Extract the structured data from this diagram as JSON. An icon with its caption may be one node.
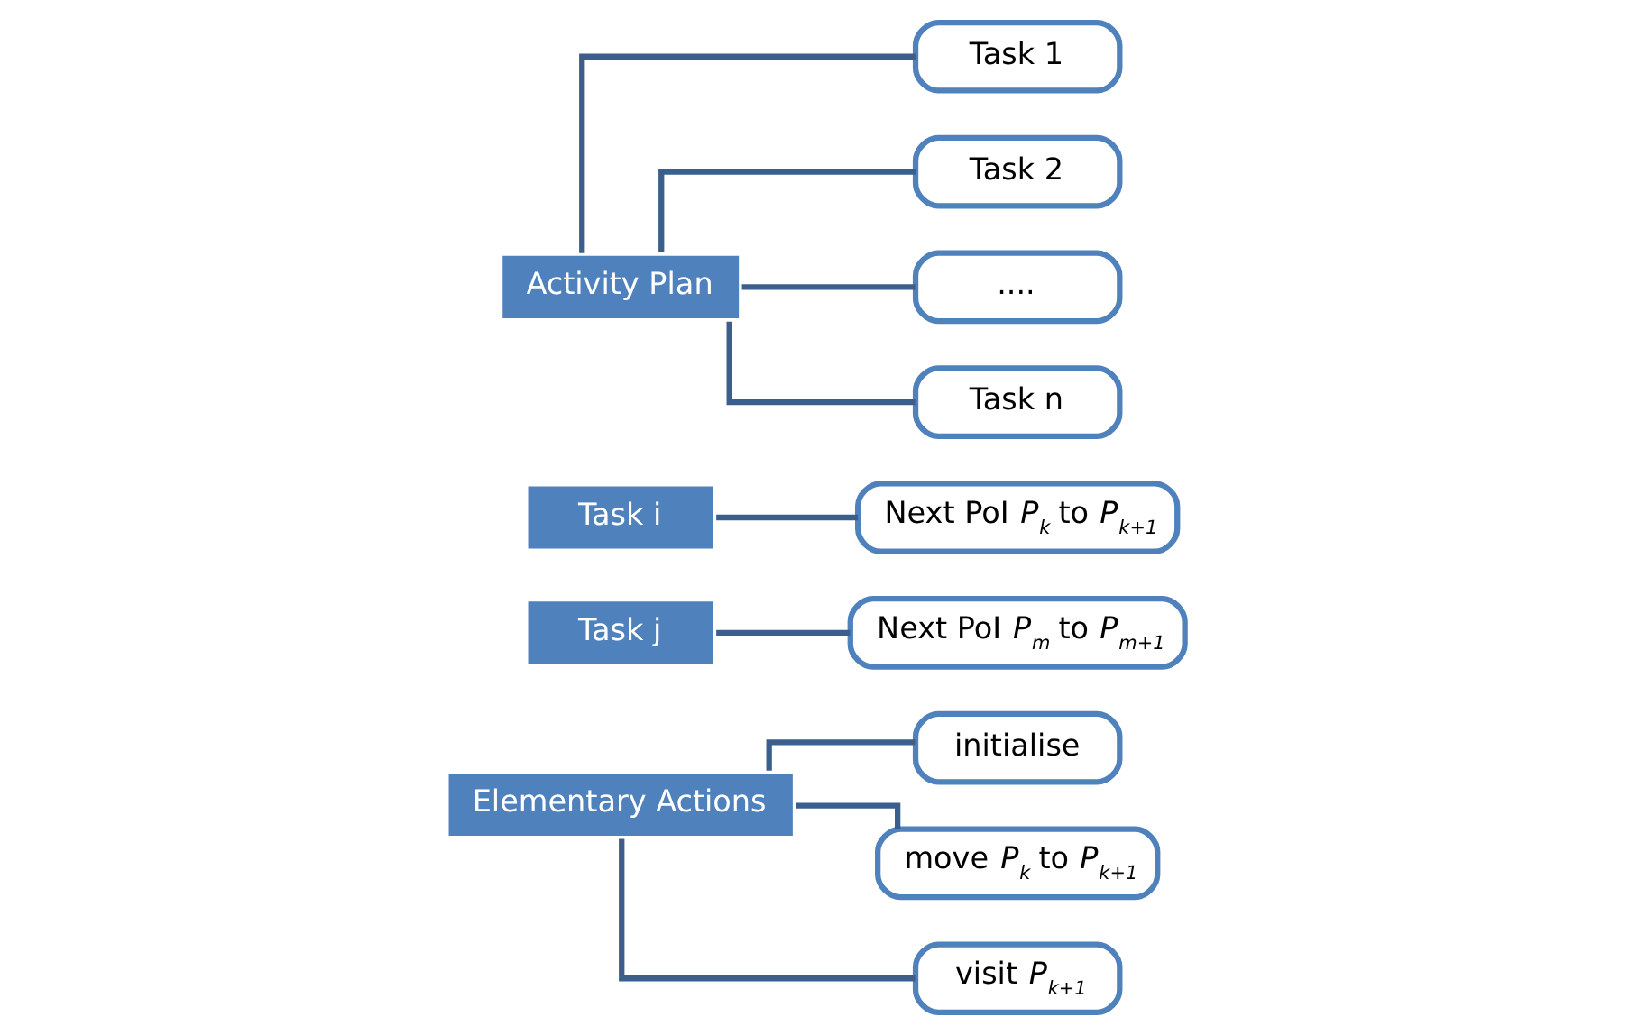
{
  "diagram": {
    "nodes": [
      {
        "text": [
          "Activity Plan"
        ]
      },
      {
        "text": [
          "Task 1"
        ]
      },
      {
        "text": [
          "Task 2"
        ]
      },
      {
        "text": [
          "...."
        ]
      },
      {
        "text": [
          "Task n"
        ]
      },
      {
        "text": [
          "Task i"
        ]
      },
      {
        "text": [
          "Next PoI *P*$_{k}$ to *P*$_{k+1}$"
        ]
      },
      {
        "text": [
          "Task j"
        ]
      },
      {
        "text": [
          "Next PoI *P*$_{m}$ to *P*$_{m+1}$"
        ]
      },
      {
        "text": [
          "Elementary Actions"
        ]
      },
      {
        "text": [
          "initialise"
        ]
      },
      {
        "text": [
          "move *P*$_{k}$ to *P*$_{k+1}$"
        ]
      },
      {
        "text": [
          "visit *P*$_{k+1}$"
        ]
      }
    ],
    "edges": [
      {
        "from": 0,
        "to": 1,
        "arrow": "none"
      },
      {
        "from": 0,
        "to": 2,
        "arrow": "none"
      },
      {
        "from": 0,
        "to": 3,
        "arrow": "none"
      },
      {
        "from": 0,
        "to": 4,
        "arrow": "none"
      },
      {
        "from": 5,
        "to": 6,
        "arrow": "none"
      },
      {
        "from": 7,
        "to": 8,
        "arrow": "none"
      },
      {
        "from": 9,
        "to": 10,
        "arrow": "none"
      },
      {
        "from": 9,
        "to": 11,
        "arrow": "none"
      },
      {
        "from": 9,
        "to": 12,
        "arrow": "none"
      }
    ]
  }
}
